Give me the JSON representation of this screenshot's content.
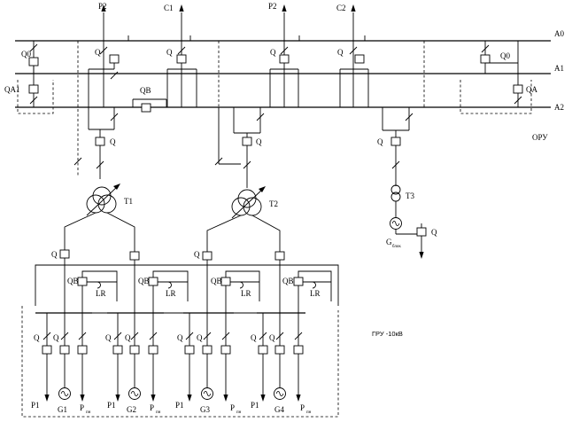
{
  "diagram": {
    "buses": {
      "a0": "A0",
      "a1": "A1",
      "a2": "A2"
    },
    "lines": {
      "p2_left": "P2",
      "c1": "C1",
      "p2_right": "P2",
      "c2": "C2"
    },
    "breaker": "Q",
    "qo": "Q0",
    "qa1": "QA1",
    "qa": "QA",
    "qb": "QB",
    "ory": "ОРУ",
    "gry": "ГРУ -10кВ",
    "transformers": {
      "t1": "T1",
      "t2": "T2",
      "t3": "T3"
    },
    "reactor": "LR",
    "feeder": "P1",
    "local_load_main": "P",
    "local_load_sub": "пн",
    "generators": {
      "g1": "G1",
      "g2": "G2",
      "g3": "G3",
      "g4": "G4"
    },
    "gen_block_main": "G",
    "gen_block_sub": "блок"
  }
}
